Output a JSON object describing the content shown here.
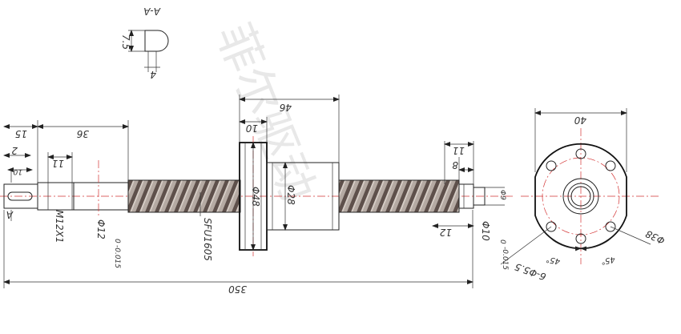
{
  "section_label": "A-A",
  "section_dims": {
    "height": "7.5",
    "width": "4"
  },
  "shaft_dims": {
    "overall_length": "350",
    "left_end": "15",
    "thread_section": "36",
    "thread_len": "11",
    "small_2": "2",
    "small_10": "10",
    "thread_spec": "M12X1",
    "journal_dia": "Φ12",
    "journal_tol_upper": "0",
    "journal_tol_lower": "-0.015",
    "screw_model": "SFU1605",
    "flange_dia": "Φ48",
    "nut_dia": "Φ28",
    "nut_len": "46",
    "flange_thk": "10",
    "right_11": "11",
    "right_8": "8",
    "right_12": "12",
    "right_journal": "Φ10",
    "right_tol_upper": "0",
    "right_tol_lower": "-0.015",
    "right_end_dia": "Φ9",
    "section_marker": "A"
  },
  "flange_view": {
    "width": "40",
    "bolt_circle": "Φ38",
    "holes": "6-Φ5.5",
    "angle_1": "45°",
    "angle_2": "45°"
  },
  "watermark": "菲尔驱动"
}
